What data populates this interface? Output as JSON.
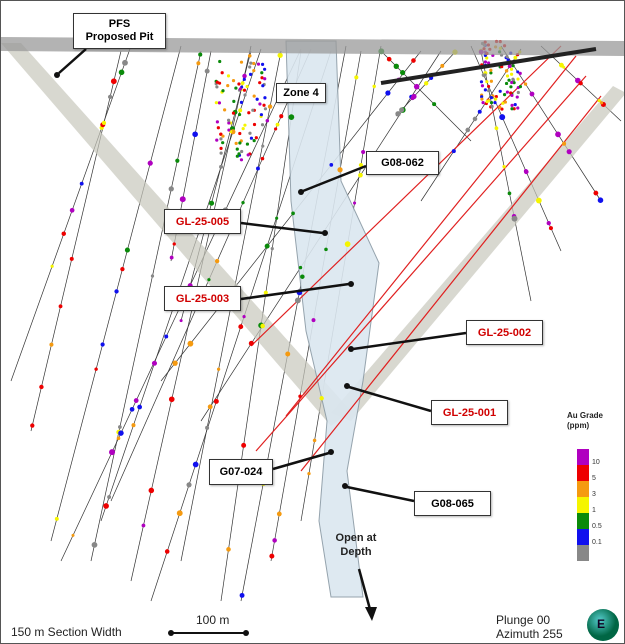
{
  "labels": {
    "pit": [
      "PFS",
      "Proposed Pit"
    ],
    "zone": "Zone 4",
    "g08_062": "G08-062",
    "gl25_005": "GL-25-005",
    "gl25_003": "GL-25-003",
    "gl25_002": "GL-25-002",
    "gl25_001": "GL-25-001",
    "g07_024": "G07-024",
    "g08_065": "G08-065",
    "open_depth": [
      "Open at",
      "Depth"
    ]
  },
  "legend": {
    "title": [
      "Au Grade",
      "(ppm)"
    ],
    "items": [
      {
        "value": "10",
        "color": "#b000c0"
      },
      {
        "value": "5",
        "color": "#ee0000"
      },
      {
        "value": "3",
        "color": "#f59a10"
      },
      {
        "value": "1",
        "color": "#f5f500"
      },
      {
        "value": "0.5",
        "color": "#0a8a0a"
      },
      {
        "value": "0.1",
        "color": "#1010ee"
      },
      {
        "value": "",
        "color": "#888888"
      }
    ]
  },
  "footer": {
    "section_width": "150 m Section Width",
    "scale": "100 m",
    "plunge": "Plunge 00",
    "azimuth": "Azimuth 255",
    "compass": "E"
  }
}
